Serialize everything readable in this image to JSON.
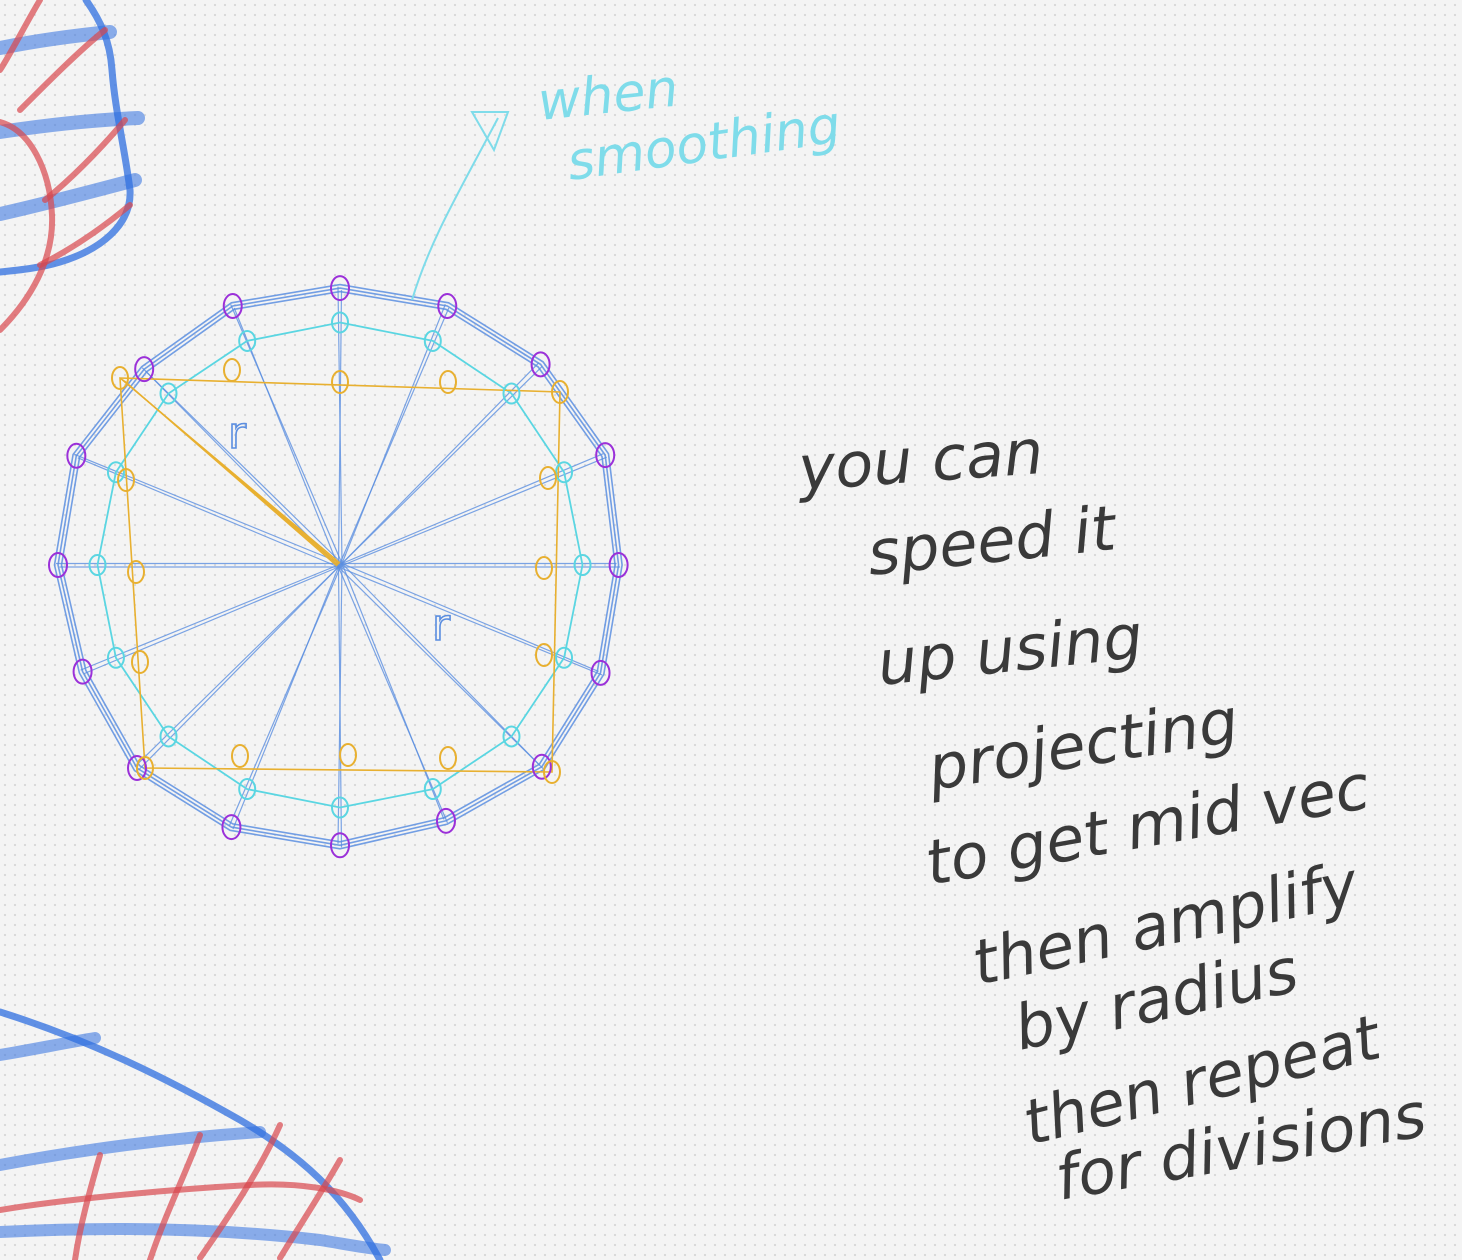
{
  "canvas": {
    "background": "#f4f4f4",
    "dot_color": "#d9d9d9"
  },
  "colors": {
    "outer_ring": "#5b8ee0",
    "purple_points": "#9b30d9",
    "cyan_ring": "#5ad6e2",
    "orange_ring": "#e8b030",
    "spokes": "#5b8ee0",
    "annotation_cyan": "#7fdcea",
    "ink": "#3a3a3a",
    "red_stroke": "#d9474d",
    "blue_stroke": "#2f6fe0"
  },
  "annotation": {
    "line1": "when",
    "line2": "smoothing"
  },
  "radius_labels": [
    "r",
    "r"
  ],
  "note": {
    "lines": [
      "you   can",
      "speed  it",
      "up   using",
      "projecting",
      "to get mid vec",
      "then  amplify",
      "by  radius",
      "then  repeat",
      "for  divisions"
    ]
  }
}
